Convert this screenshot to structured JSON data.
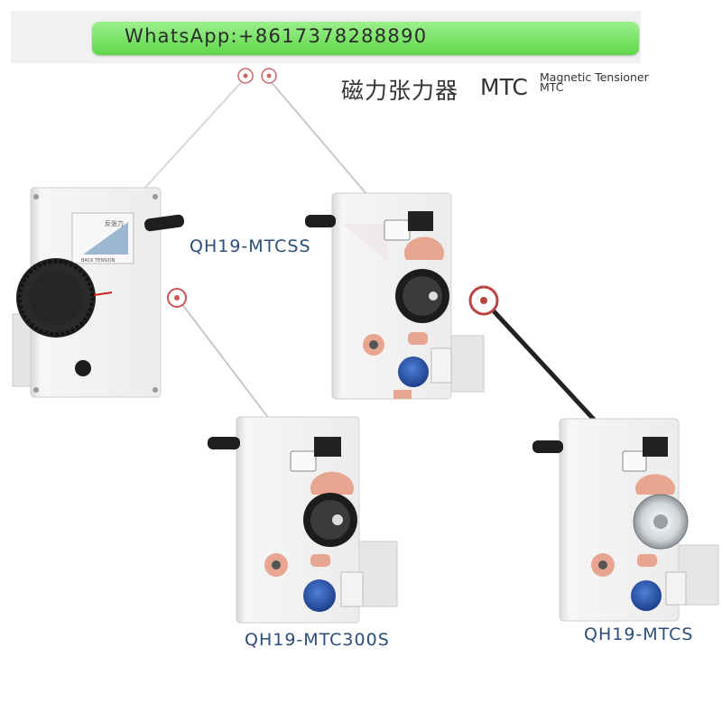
{
  "banner": {
    "contact": "WhatsApp:+8617378288890"
  },
  "header": {
    "title_cn": "磁力张力器",
    "title_code": "MTC",
    "title_en_line1": "Magnetic Tensioner",
    "title_en_line2": "MTC"
  },
  "products": [
    {
      "model": "QH19-MTCSS",
      "dial_scale_label": "BACK TENSION",
      "dial_cn_label": "反张力"
    },
    {
      "model": "QH19-MTC300S"
    },
    {
      "model": "QH19-MTCS"
    }
  ],
  "colors": {
    "model_text": "#2d4e7a",
    "banner_green": "#5fd749",
    "body_white": "#f4f4f4",
    "pulley_copper": "#e8a590",
    "knob_blue": "#2d5fb8"
  }
}
